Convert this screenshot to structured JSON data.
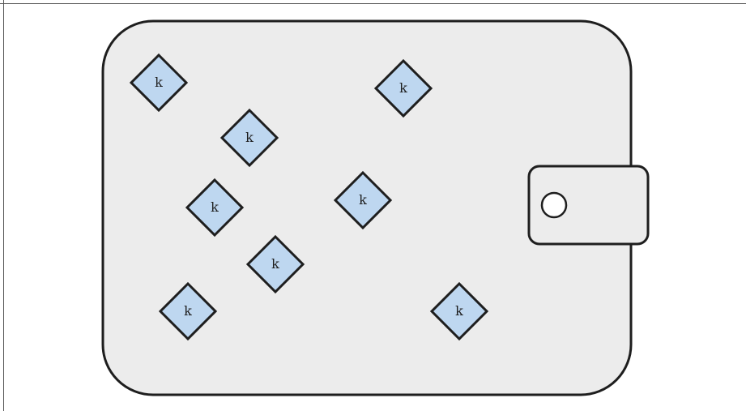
{
  "diagram": {
    "wallet": {
      "fill": "#ececec",
      "stroke": "#1e1e1e"
    },
    "clasp": {
      "fill": "#ececec",
      "stroke": "#1e1e1e"
    },
    "diamond_style": {
      "fill": "#bed7f0",
      "stroke": "#1e1e1e"
    },
    "items": [
      {
        "label": "k"
      },
      {
        "label": "k"
      },
      {
        "label": "k"
      },
      {
        "label": "k"
      },
      {
        "label": "k"
      },
      {
        "label": "k"
      },
      {
        "label": "k"
      },
      {
        "label": "k"
      }
    ]
  }
}
